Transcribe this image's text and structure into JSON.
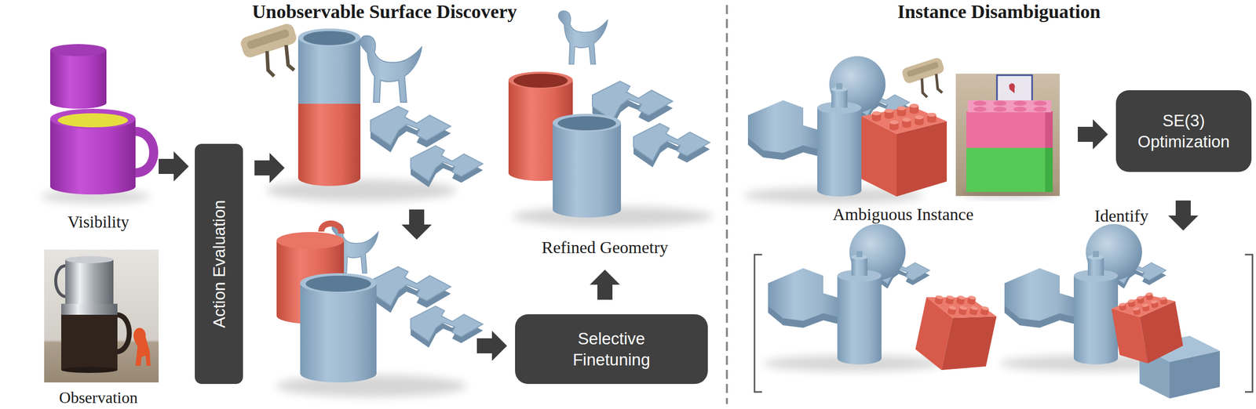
{
  "diagram": {
    "nodes": [
      {
        "text": [
          "Action Evaluation"
        ]
      },
      {
        "text": [
          "Selective Finetuning"
        ]
      },
      {
        "text": [
          "SE(3) Optimization"
        ]
      }
    ],
    "labels": [
      "Unobservable Surface Discovery",
      "Instance Disambiguation",
      "Visibility",
      "Observation",
      "Refined Geometry",
      "Ambiguous Instance",
      "Identify"
    ]
  }
}
